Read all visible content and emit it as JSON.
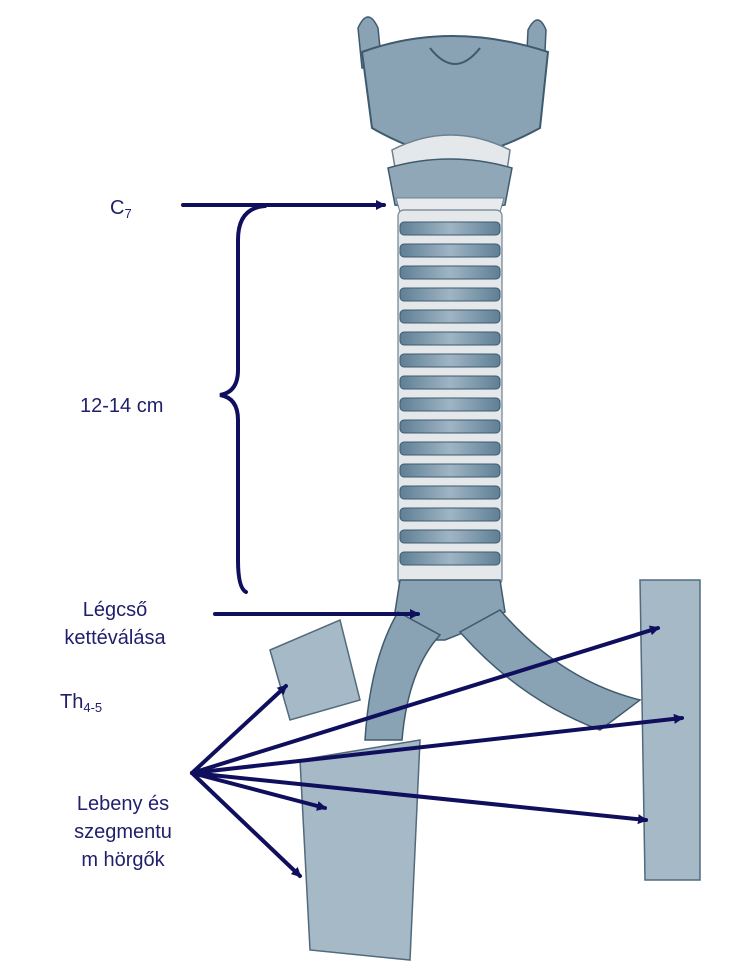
{
  "labels": {
    "c7_base": "C",
    "c7_sub": "7",
    "length": "12-14 cm",
    "bifurcation_line1": "Légcső",
    "bifurcation_line2": "kettéválása",
    "th_base": "Th",
    "th_sub": "4-5",
    "bronchi_line1": "Lebeny és",
    "bronchi_line2": "szegmentu",
    "bronchi_line3": "m hörgők"
  },
  "colors": {
    "annotation": "#0f0f5e",
    "cartilage": "#8aa3b4",
    "cartilage_dark": "#4f6f86",
    "tissue": "#e7ebee",
    "label_text": "#1f1f6b"
  }
}
